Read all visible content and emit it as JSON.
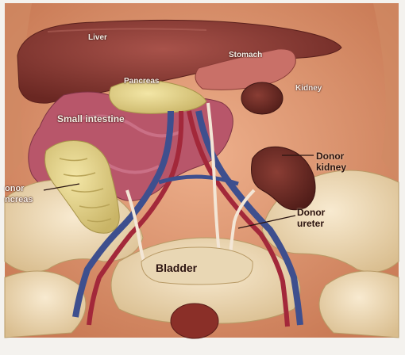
{
  "figure": {
    "title": "",
    "labels": {
      "liver": "Liver",
      "stomach": "Stomach",
      "pancreas": "Pancreas",
      "kidney": "Kidney",
      "small_intestine": "Small intestine",
      "donor_kidney": "Donor\nkidney",
      "donor_kidney_line1": "Donor",
      "donor_kidney_line2": "kidney",
      "donor_pancreas_line1": "onor",
      "donor_pancreas_line2": "ncreas",
      "donor_ureter_line1": "Donor",
      "donor_ureter_line2": "ureter",
      "bladder": "Bladder"
    },
    "colors": {
      "background": "#e8a27a",
      "liver": "#8e3b34",
      "organ_pink": "#b8566a",
      "pancreas_yellow": "#e8d78a",
      "kidney": "#6b2a24",
      "bone": "#efd9b0",
      "vein_blue": "#3e4f8e",
      "artery_red": "#a3283a"
    }
  }
}
